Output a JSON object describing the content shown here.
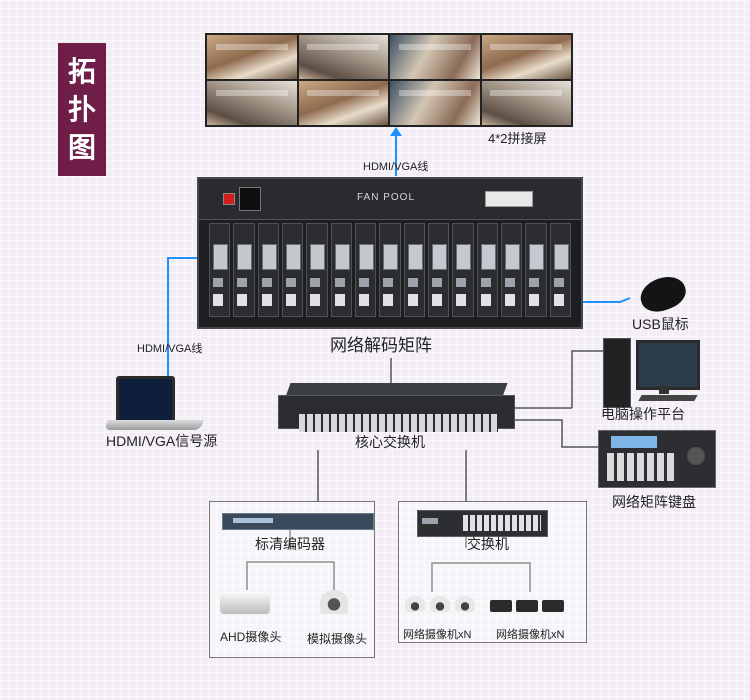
{
  "title": {
    "chars": [
      "拓",
      "扑",
      "图"
    ]
  },
  "labels": {
    "video_wall": "4*2拼接屏",
    "link_top": "HDMI/VGA线",
    "link_left": "HDMI/VGA线",
    "matrix": "网络解码矩阵",
    "fan_pool": "FAN  POOL",
    "usb_mouse": "USB鼠标",
    "pc_platform": "电脑操作平台",
    "core_switch": "核心交换机",
    "network_keyboard": "网络矩阵键盘",
    "source": "HDMI/VGA信号源",
    "encoder": "标清编码器",
    "switch": "交换机",
    "ahd_camera": "AHD摄像头",
    "analog_camera": "模拟摄像头",
    "network_camera_1": "网络摄像机xN",
    "network_camera_2": "网络摄像机xN"
  },
  "colors": {
    "title_bg": "#6e1e47",
    "link_blue": "#1e90ff",
    "line_gray": "#555555"
  },
  "icons": [
    "video-wall-icon",
    "matrix-chassis-icon",
    "laptop-icon",
    "usb-mouse-icon",
    "pc-icon",
    "core-switch-icon",
    "keyboard-controller-icon",
    "encoder-icon",
    "switch-icon",
    "camera-icon"
  ]
}
